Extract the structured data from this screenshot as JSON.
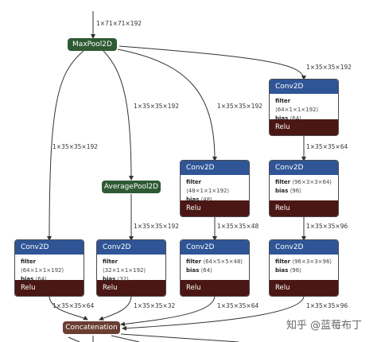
{
  "input_label": "1×71×71×192",
  "nodes": {
    "maxpool": "MaxPool2D",
    "avgpool": "AveragePool2D",
    "concat": "Concatenation"
  },
  "conv_blocks": [
    {
      "title": "Conv2D",
      "filter_label": "filter",
      "filter_value": "⟨64×1×1×192⟩",
      "bias_label": "bias",
      "bias_value": "⟨64⟩",
      "activation": "Relu"
    },
    {
      "title": "Conv2D",
      "filter_label": "filter",
      "filter_value": "⟨48×1×1×192⟩",
      "bias_label": "bias",
      "bias_value": "⟨48⟩",
      "activation": "Relu"
    },
    {
      "title": "Conv2D",
      "filter_label": "filter",
      "filter_value": "⟨96×3×3×64⟩",
      "bias_label": "bias",
      "bias_value": "⟨96⟩",
      "activation": "Relu"
    },
    {
      "title": "Conv2D",
      "filter_label": "filter",
      "filter_value": "⟨64×1×1×192⟩",
      "bias_label": "bias",
      "bias_value": "⟨64⟩",
      "activation": "Relu"
    },
    {
      "title": "Conv2D",
      "filter_label": "filter",
      "filter_value": "⟨32×1×1×192⟩",
      "bias_label": "bias",
      "bias_value": "⟨32⟩",
      "activation": "Relu"
    },
    {
      "title": "Conv2D",
      "filter_label": "filter",
      "filter_value": "⟨64×5×5×48⟩",
      "bias_label": "bias",
      "bias_value": "⟨64⟩",
      "activation": "Relu"
    },
    {
      "title": "Conv2D",
      "filter_label": "filter",
      "filter_value": "⟨96×3×3×96⟩",
      "bias_label": "bias",
      "bias_value": "⟨96⟩",
      "activation": "Relu"
    }
  ],
  "edge_labels": [
    "1×35×35×192",
    "1×35×35×192",
    "1×35×35×192",
    "1×35×35×192",
    "1×35×35×64",
    "1×35×35×192",
    "1×35×35×48",
    "1×35×35×96",
    "1×35×35×64",
    "1×35×35×32",
    "1×35×35×64",
    "1×35×35×96"
  ],
  "watermark": "知乎 @蓝莓布丁",
  "colors": {
    "maxpool_fill": "#2e5a34",
    "conv_header": "#2f5597",
    "conv_footer": "#4a1714",
    "concat_fill": "#6b3d33"
  }
}
